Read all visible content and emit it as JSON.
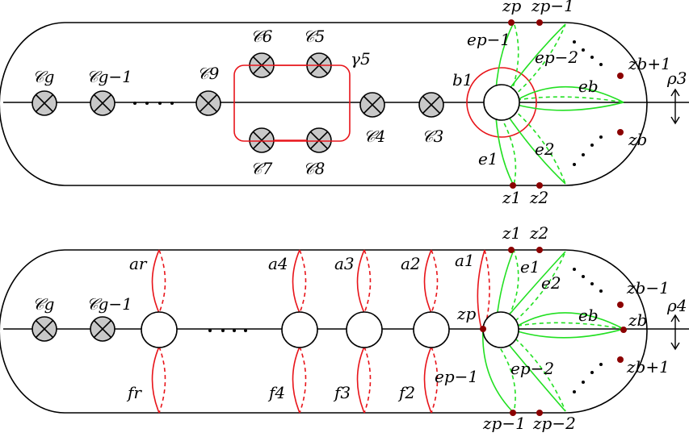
{
  "top": {
    "caps": [
      {
        "label": "𝒞g"
      },
      {
        "label": "𝒞g−1"
      },
      {
        "label": "𝒞9"
      },
      {
        "label": "𝒞6"
      },
      {
        "label": "𝒞5"
      },
      {
        "label": "𝒞7"
      },
      {
        "label": "𝒞8"
      },
      {
        "label": "𝒞4"
      },
      {
        "label": "𝒞3"
      }
    ],
    "labels": {
      "gamma": "γ5",
      "b1": "b1",
      "rho": "ρ3",
      "ep1": "ep−1",
      "ep2": "ep−2",
      "eb": "eb",
      "e2": "e2",
      "e1": "e1",
      "zp": "zp",
      "zp1": "zp−1",
      "zb1": "zb+1",
      "zb": "zb",
      "z1": "z1",
      "z2": "z2"
    }
  },
  "bottom": {
    "caps": [
      {
        "label": "𝒞g"
      },
      {
        "label": "𝒞g−1"
      }
    ],
    "labels": {
      "ar": "ar",
      "a4": "a4",
      "a3": "a3",
      "a2": "a2",
      "a1": "a1",
      "fr": "fr",
      "f4": "f4",
      "f3": "f3",
      "f2": "f2",
      "zp": "zp",
      "rho": "ρ4",
      "e1": "e1",
      "e2": "e2",
      "eb": "eb",
      "ep1": "ep−1",
      "ep2": "ep−2",
      "z1": "z1",
      "z2": "z2",
      "zb1": "zb−1",
      "zb": "zb",
      "zbp1": "zb+1",
      "zp1": "zp−1",
      "zp2": "zp−2"
    }
  }
}
